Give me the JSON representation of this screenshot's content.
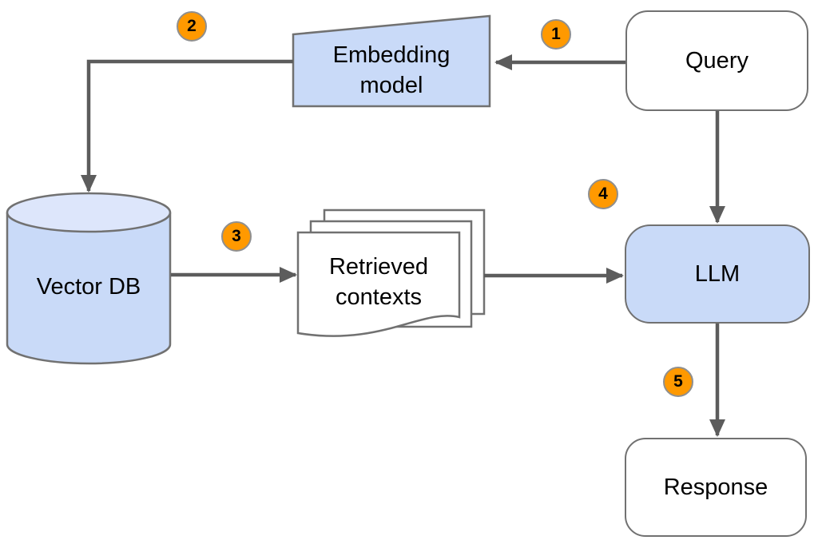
{
  "colors": {
    "node_fill": "#c9daf8",
    "node_fill_light": "#dde6fb",
    "outline": "#717171",
    "arrow": "#5c5c5c",
    "badge_fill": "#ff9900",
    "badge_border": "#8f8f8f",
    "text": "#000000",
    "background": "#ffffff"
  },
  "nodes": {
    "query": {
      "label": "Query"
    },
    "embedding_model": {
      "label": "Embedding model"
    },
    "vector_db": {
      "label": "Vector DB"
    },
    "retrieved_contexts": {
      "label": "Retrieved contexts"
    },
    "llm": {
      "label": "LLM"
    },
    "response": {
      "label": "Response"
    }
  },
  "steps": [
    "1",
    "2",
    "3",
    "4",
    "5"
  ]
}
